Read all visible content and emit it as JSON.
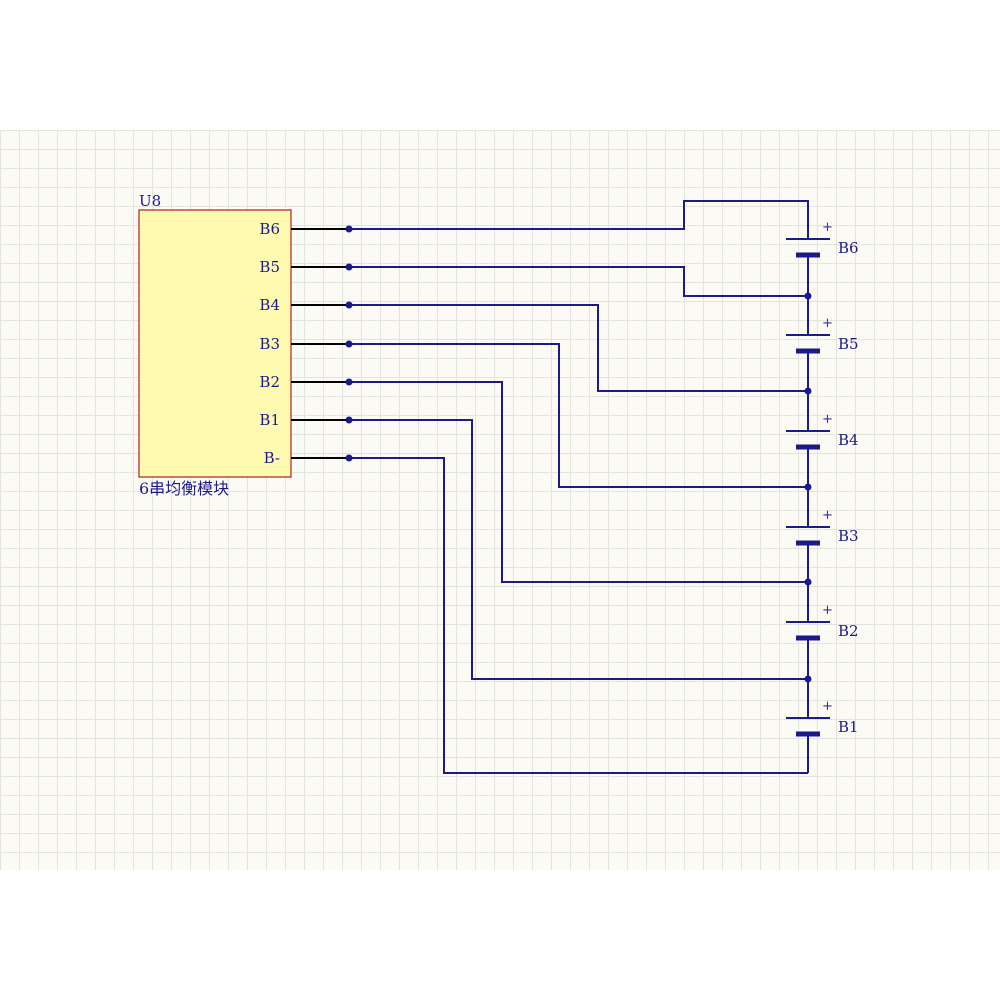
{
  "component": {
    "designator": "U8",
    "comment": "6串均衡模块",
    "fill_color": "#fefbb0",
    "border_color": "#b02020",
    "pins": [
      "B6",
      "B5",
      "B4",
      "B3",
      "B2",
      "B1",
      "B-"
    ]
  },
  "batteries": [
    {
      "label": "B6",
      "plus": "+"
    },
    {
      "label": "B5",
      "plus": "+"
    },
    {
      "label": "B4",
      "plus": "+"
    },
    {
      "label": "B3",
      "plus": "+"
    },
    {
      "label": "B2",
      "plus": "+"
    },
    {
      "label": "B1",
      "plus": "+"
    }
  ],
  "colors": {
    "wire": "#1a1a8c",
    "sheet": "#fbfaf4",
    "grid": "#e4e4de"
  }
}
